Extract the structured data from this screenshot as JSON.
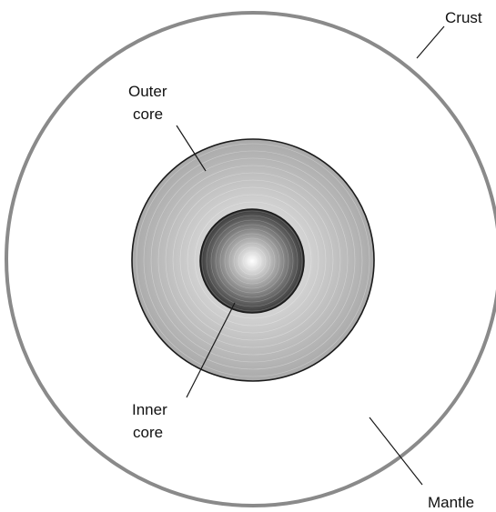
{
  "layers": {
    "crust": "Crust",
    "outer_core_line1": "Outer",
    "outer_core_line2": "core",
    "inner_core_line1": "Inner",
    "inner_core_line2": "core",
    "mantle": "Mantle"
  },
  "colors": {
    "crust_ring": "#8a8a8a",
    "outline": "#1a1a1a",
    "outer_core_edge": "#aaaaaa",
    "outer_core_center": "#f4f4f4",
    "inner_core_edge": "#3a3a3a",
    "inner_core_center": "#ffffff",
    "mantle_fill": "#ffffff"
  }
}
